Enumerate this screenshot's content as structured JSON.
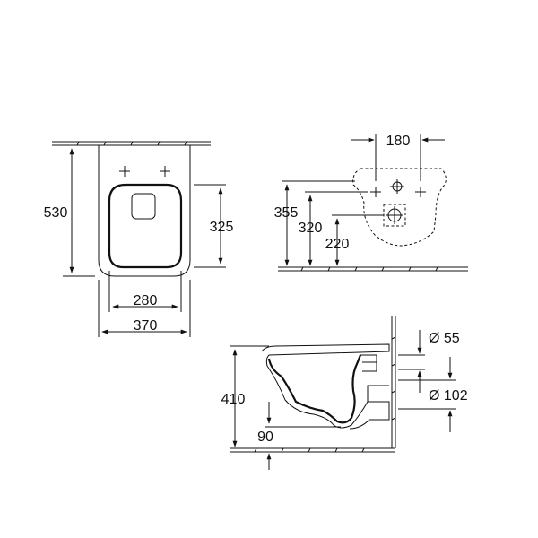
{
  "top_view": {
    "length_label": "530",
    "seat_length_label": "325",
    "inner_width_label": "280",
    "outer_width_label": "370"
  },
  "rear_view": {
    "hole_spacing_label": "180",
    "height_355_label": "355",
    "height_320_label": "320",
    "height_220_label": "220"
  },
  "side_view": {
    "height_label": "410",
    "offset_label": "90",
    "inlet_diameter_label": "Ø 55",
    "outlet_diameter_label": "Ø 102"
  },
  "colors": {
    "line": "#111111",
    "background": "#ffffff"
  }
}
